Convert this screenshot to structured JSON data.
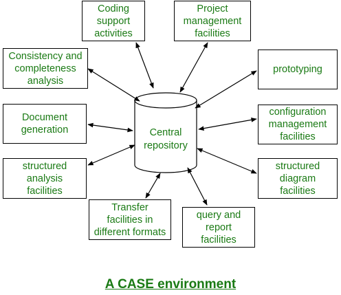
{
  "colors": {
    "text": "#1a7a14",
    "lines": "#000000"
  },
  "nodes": {
    "coding": "Coding\nsupport\nactivities",
    "project": "Project\nmanagement\nfacilities",
    "consistency": "Consistency and\ncompleteness\nanalysis",
    "prototyping": "prototyping",
    "document": "Document\ngeneration",
    "configuration": "configuration\nmanagement\nfacilities",
    "structured_analysis": "structured\nanalysis\nfacilities",
    "structured_diagram": "structured\ndiagram\nfacilities",
    "transfer": "Transfer\nfacilities in\ndifferent formats",
    "query": "query and\nreport\nfacilities"
  },
  "center": "Central\nrepository",
  "caption": "A CASE environment"
}
